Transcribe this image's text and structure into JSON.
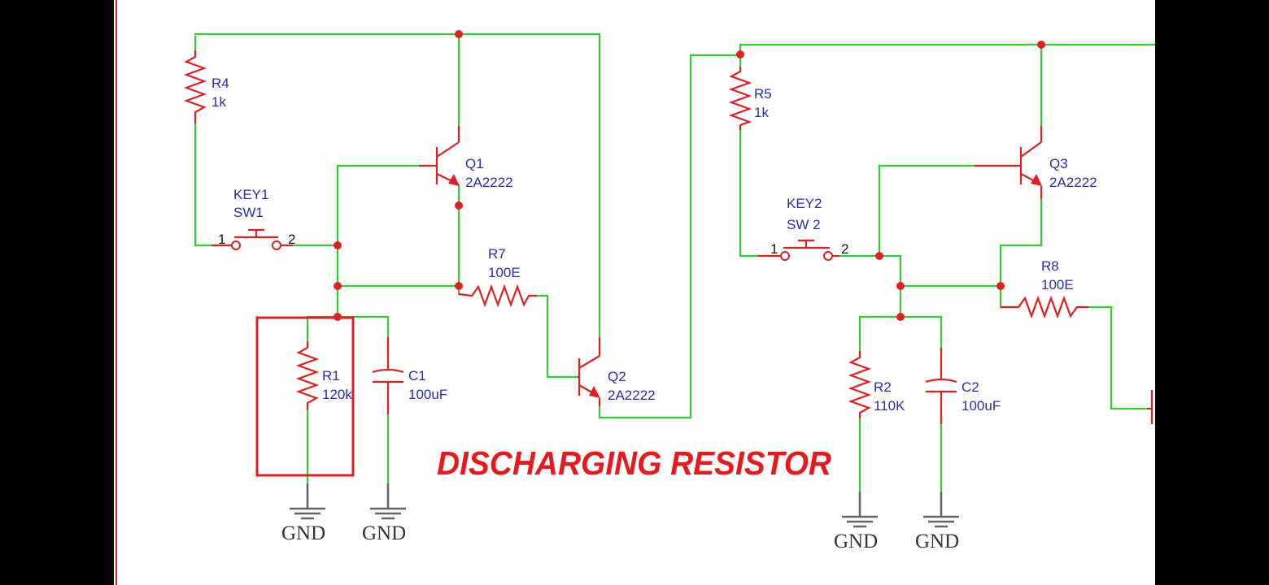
{
  "components": {
    "r4": {
      "ref": "R4",
      "value": "1k"
    },
    "r5": {
      "ref": "R5",
      "value": "1k"
    },
    "r1": {
      "ref": "R1",
      "value": "120k"
    },
    "r2": {
      "ref": "R2",
      "value": "110K"
    },
    "r7": {
      "ref": "R7",
      "value": "100E"
    },
    "r8": {
      "ref": "R8",
      "value": "100E"
    },
    "c1": {
      "ref": "C1",
      "value": "100uF"
    },
    "c2": {
      "ref": "C2",
      "value": "100uF"
    },
    "q1": {
      "ref": "Q1",
      "value": "2A2222"
    },
    "q2": {
      "ref": "Q2",
      "value": "2A2222"
    },
    "q3": {
      "ref": "Q3",
      "value": "2A2222"
    },
    "key1": {
      "ref": "KEY1",
      "value": "SW1",
      "pin1": "1",
      "pin2": "2"
    },
    "key2": {
      "ref": "KEY2",
      "value": "SW 2",
      "pin1": "1",
      "pin2": "2"
    }
  },
  "ground_label": "GND",
  "annotation": "DISCHARGING RESISTOR",
  "colors": {
    "wire": "#33cc33",
    "component": "#e02020",
    "label": "#2b2bb0",
    "highlight": "#e8191c",
    "ground": "#666666",
    "frame": "#000000"
  }
}
